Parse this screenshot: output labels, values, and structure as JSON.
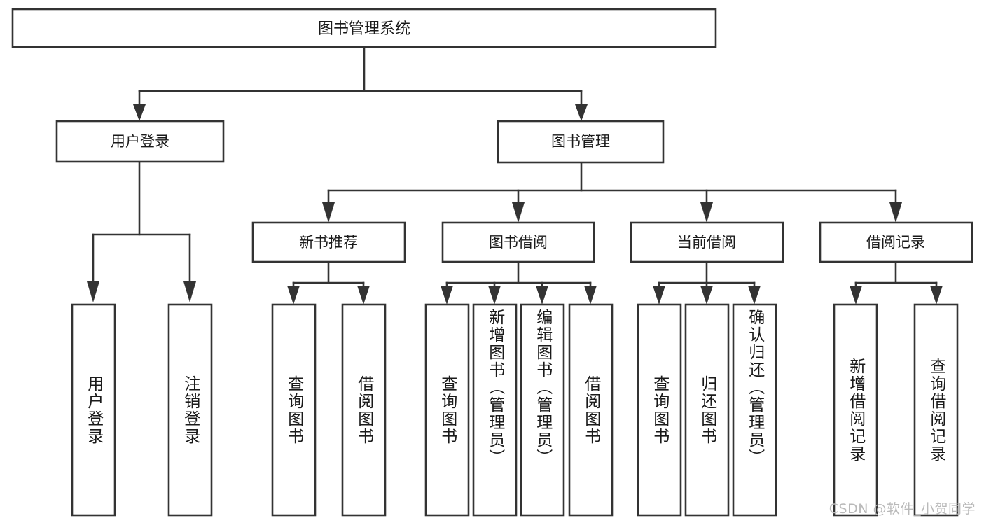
{
  "diagram": {
    "kind": "tree-hierarchy",
    "root": {
      "label": "图书管理系统"
    },
    "level2": [
      {
        "label": "用户登录"
      },
      {
        "label": "图书管理"
      }
    ],
    "level3": [
      {
        "label": "新书推荐"
      },
      {
        "label": "图书借阅"
      },
      {
        "label": "当前借阅"
      },
      {
        "label": "借阅记录"
      }
    ],
    "leaves": {
      "user_login": [
        {
          "label": "用户登录"
        },
        {
          "label": "注销登录"
        }
      ],
      "new_book_recommend": [
        {
          "label": "查询图书"
        },
        {
          "label": "借阅图书"
        }
      ],
      "book_borrow": [
        {
          "label": "查询图书"
        },
        {
          "label": "新增图书（管理员）"
        },
        {
          "label": "编辑图书（管理员）"
        },
        {
          "label": "借阅图书"
        }
      ],
      "current_borrow": [
        {
          "label": "查询图书"
        },
        {
          "label": "归还图书"
        },
        {
          "label": "确认归还（管理员）"
        }
      ],
      "borrow_record": [
        {
          "label": "新增借阅记录"
        },
        {
          "label": "查询借阅记录"
        }
      ]
    }
  },
  "watermark": {
    "text": "CSDN @软件_小贺同学"
  },
  "colors": {
    "stroke": "#333333",
    "box_fill": "#ffffff",
    "text": "#1a1a1a",
    "watermark": "#b9b9b9",
    "background": "#ffffff"
  }
}
